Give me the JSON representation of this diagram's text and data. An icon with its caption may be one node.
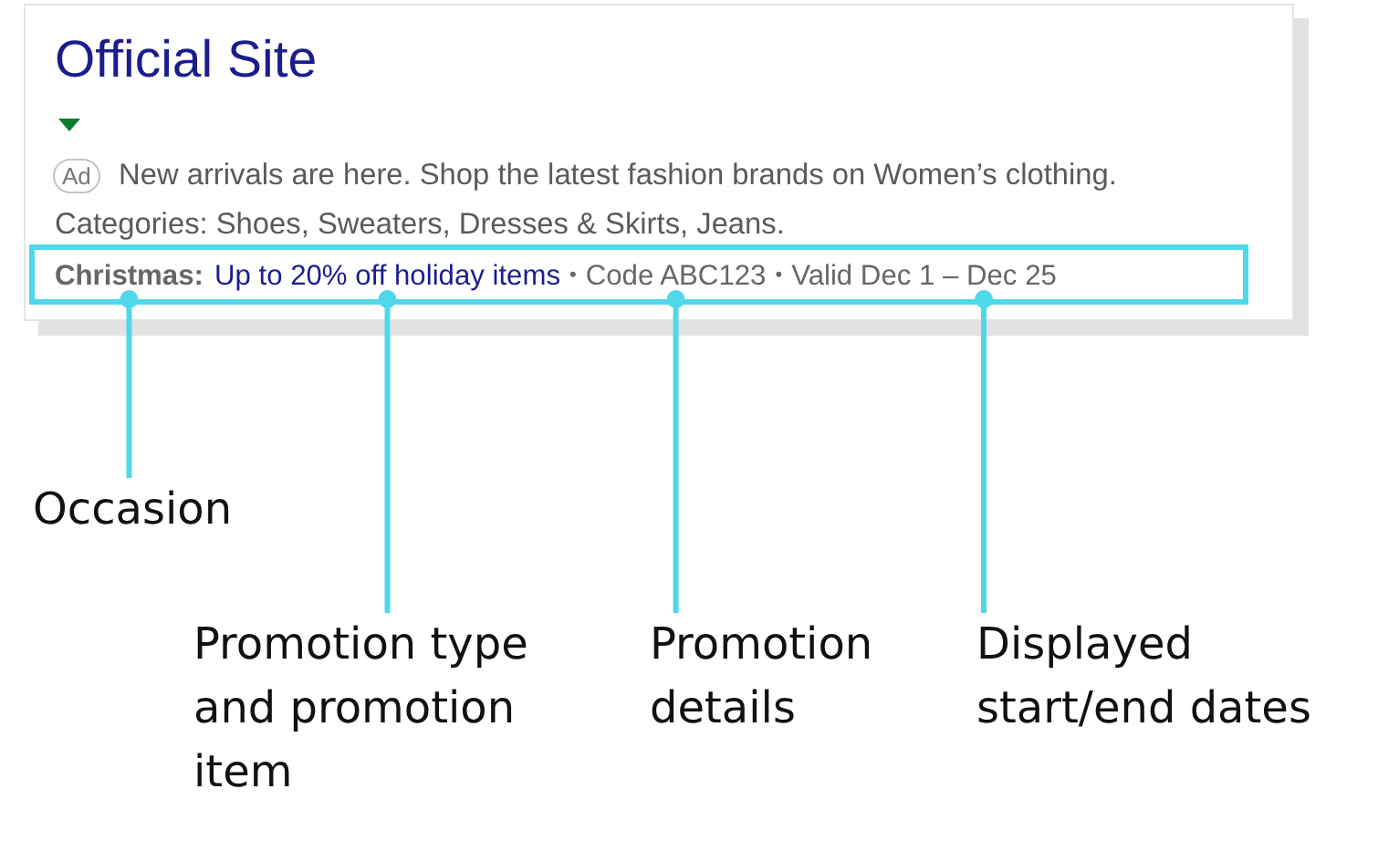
{
  "diagram": {
    "nodes": [
      {
        "text": [
          "Official Site",
          "New arrivals are here. Shop the latest fashion brands on Women’s clothing.",
          "Categories: Shoes, Sweaters, Dresses & Skirts, Jeans."
        ]
      },
      {
        "text": [
          "Ad"
        ],
        "in": 0
      },
      {
        "text": [
          "•",
          "•"
        ],
        "in": 0
      },
      {
        "text": [
          "Christmas:"
        ],
        "in": 2
      },
      {
        "text": [
          "Up to 20% off holiday items"
        ],
        "in": 2
      },
      {
        "text": [
          "Code ABC123"
        ],
        "in": 2
      },
      {
        "text": [
          "Valid Dec 1 – Dec 25"
        ],
        "in": 2
      },
      {
        "text": [
          "Occasion"
        ]
      },
      {
        "text": [
          "Promotion type and promotion item"
        ]
      },
      {
        "text": [
          "Promotion details"
        ]
      },
      {
        "text": [
          "Displayed start/end dates"
        ]
      }
    ],
    "edges": [
      {
        "from": 7,
        "to": 3,
        "arrow": "other"
      },
      {
        "from": 8,
        "to": 4,
        "arrow": "other"
      },
      {
        "from": 9,
        "to": 5,
        "arrow": "other"
      },
      {
        "from": 10,
        "to": 6,
        "arrow": "other"
      }
    ]
  }
}
